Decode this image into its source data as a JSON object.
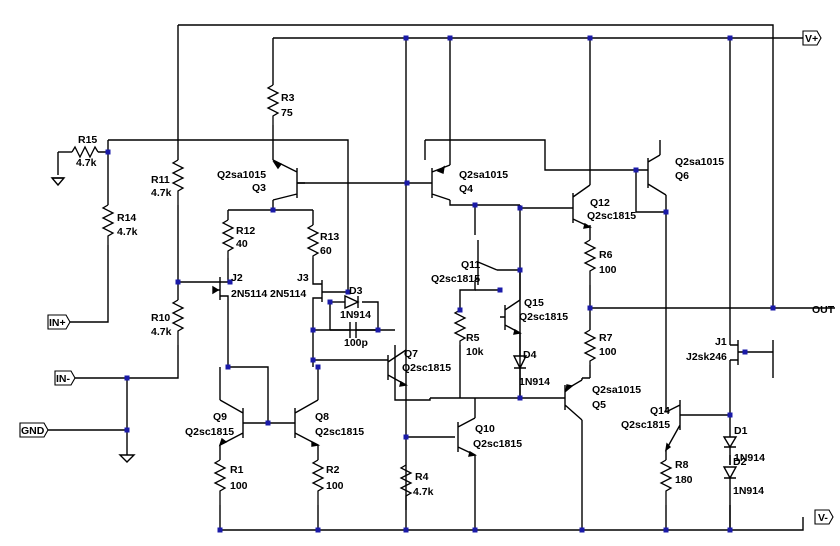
{
  "ports": {
    "vplus": "V+",
    "vminus": "V-",
    "out": "OUT",
    "inplus": "IN+",
    "inminus": "IN-",
    "gnd": "GND"
  },
  "components": {
    "R15": {
      "name": "R15",
      "value": "4.7k"
    },
    "R14": {
      "name": "R14",
      "value": "4.7k"
    },
    "R11": {
      "name": "R11",
      "value": "4.7k"
    },
    "R10": {
      "name": "R10",
      "value": "4.7k"
    },
    "R3": {
      "name": "R3",
      "value": "75"
    },
    "R12": {
      "name": "R12",
      "value": "40"
    },
    "R13": {
      "name": "R13",
      "value": "60"
    },
    "R1": {
      "name": "R1",
      "value": "100"
    },
    "R2": {
      "name": "R2",
      "value": "100"
    },
    "R4": {
      "name": "R4",
      "value": "4.7k"
    },
    "R5": {
      "name": "R5",
      "value": "10k"
    },
    "R6": {
      "name": "R6",
      "value": "100"
    },
    "R7": {
      "name": "R7",
      "value": "100"
    },
    "R8": {
      "name": "R8",
      "value": "180"
    },
    "Q3": {
      "name": "Q3",
      "value": "Q2sa1015"
    },
    "Q4": {
      "name": "Q4",
      "value": "Q2sa1015"
    },
    "Q6": {
      "name": "Q6",
      "value": "Q2sa1015"
    },
    "Q5": {
      "name": "Q5",
      "value": "Q2sa1015"
    },
    "Q12": {
      "name": "Q12",
      "value": "Q2sc1815"
    },
    "Q11": {
      "name": "Q11",
      "value": "Q2sc1815"
    },
    "Q15": {
      "name": "Q15",
      "value": "Q2sc1815"
    },
    "Q7": {
      "name": "Q7",
      "value": "Q2sc1815"
    },
    "Q9": {
      "name": "Q9",
      "value": "Q2sc1815"
    },
    "Q8": {
      "name": "Q8",
      "value": "Q2sc1815"
    },
    "Q10": {
      "name": "Q10",
      "value": "Q2sc1815"
    },
    "Q14": {
      "name": "Q14",
      "value": "Q2sc1815"
    },
    "J2": {
      "name": "J2",
      "value": "2N5114"
    },
    "J3": {
      "name": "J3",
      "value": "2N5114"
    },
    "J1": {
      "name": "J1",
      "value": "J2sk246"
    },
    "D3": {
      "name": "D3",
      "value": "1N914"
    },
    "D4": {
      "name": "D4",
      "value": "1N914"
    },
    "D1": {
      "name": "D1",
      "value": "1N914"
    },
    "D2": {
      "name": "D2",
      "value": "1N914"
    },
    "C1": {
      "value": "100p"
    }
  }
}
